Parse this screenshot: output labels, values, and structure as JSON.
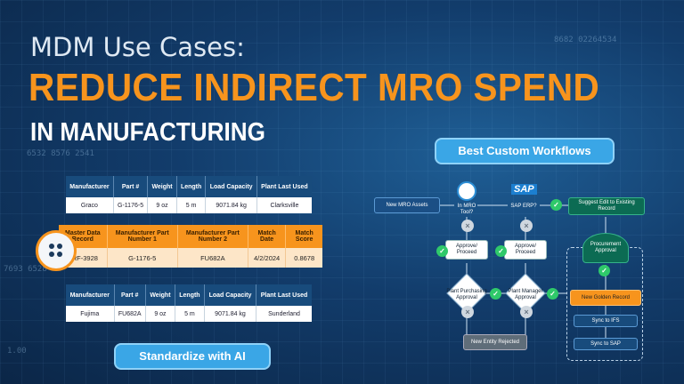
{
  "background_numbers": [
    "8682  02264534",
    "6532  8576  2541",
    "7693  6528",
    "1.00"
  ],
  "hero": {
    "eyebrow": "MDM Use Cases:",
    "headline": "REDUCE INDIRECT MRO SPEND",
    "subhead": "IN MANUFACTURING"
  },
  "colors": {
    "accent": "#f7941d",
    "navy": "#184b7c",
    "pill": "#3aa6e6",
    "ok": "#2fc96a"
  },
  "table_top": {
    "headers": [
      "Manufacturer",
      "Part #",
      "Weight",
      "Length",
      "Load Capacity",
      "Plant Last Used"
    ],
    "row": [
      "Graco",
      "G-1176-5",
      "9 oz",
      "5 m",
      "9071.84 kg",
      "Clarksville"
    ]
  },
  "table_master": {
    "headers": [
      "Master Data Record",
      "Manufacturer Part Number 1",
      "Manufacturer Part Number 2",
      "Match Date",
      "Match Score"
    ],
    "row": [
      "PRF-3928",
      "G-1176-5",
      "FU682A",
      "4/2/2024",
      "0.8678"
    ]
  },
  "table_bottom": {
    "headers": [
      "Manufacturer",
      "Part #",
      "Weight",
      "Length",
      "Load Capacity",
      "Plant Last Used"
    ],
    "row": [
      "Fujima",
      "FU682A",
      "9 oz",
      "5 m",
      "9071.84 kg",
      "Sunderland"
    ]
  },
  "ai_badge": {
    "icon": "ai-dots-icon"
  },
  "buttons": {
    "standardize": "Standardize with AI",
    "workflows": "Best Custom Workflows"
  },
  "workflow": {
    "new_assets": "New MRO Assets",
    "in_tool": "In MRO Tool?",
    "sap_logo": "SAP",
    "sap_question": "SAP ERP?",
    "suggest_edit": "Suggest Edit to Existing Record",
    "approve1": "Approve/ Proceed",
    "approve2": "Approve/ Proceed",
    "plant_purchasing": "Plant Purchasing Approval",
    "plant_manager": "Plant Manager Approval",
    "procurement": "Procurement Approval",
    "golden_record": "New Golden Record",
    "sync_ifs": "Sync to IFS",
    "sync_sap": "Sync to SAP",
    "rejected": "New Entity Rejected"
  }
}
